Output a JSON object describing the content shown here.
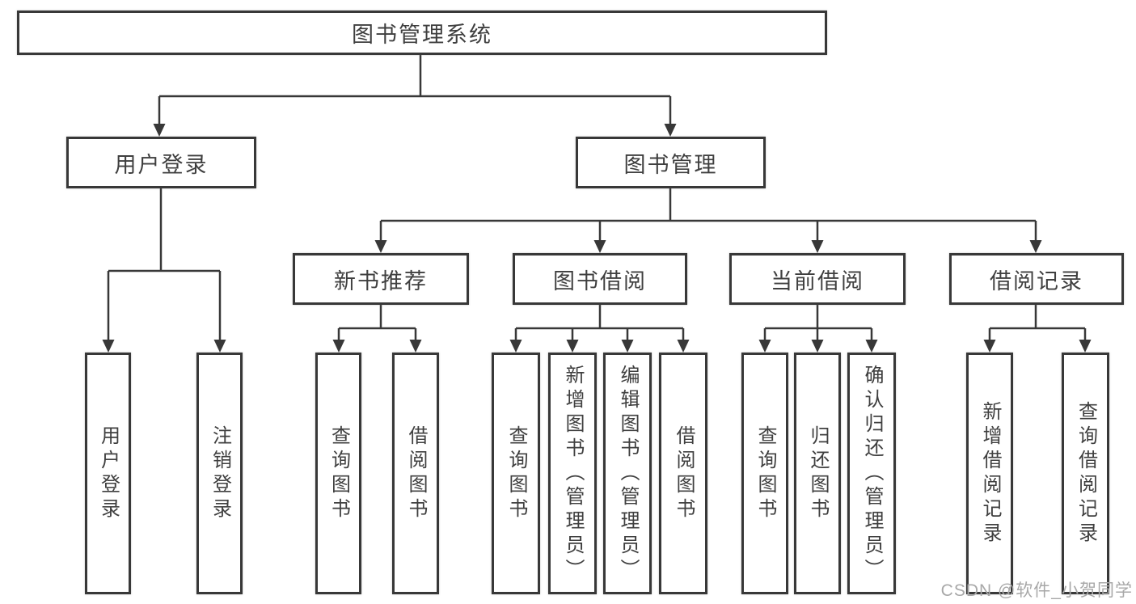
{
  "tree": {
    "root": "图书管理系统",
    "children": [
      {
        "label": "用户登录",
        "children": [
          "用户登录",
          "注销登录"
        ]
      },
      {
        "label": "图书管理",
        "children": [
          {
            "label": "新书推荐",
            "children": [
              "查询图书",
              "借阅图书"
            ]
          },
          {
            "label": "图书借阅",
            "children": [
              "查询图书",
              "新增图书（管理员）",
              "编辑图书（管理员）",
              "借阅图书"
            ]
          },
          {
            "label": "当前借阅",
            "children": [
              "查询图书",
              "归还图书",
              "确认归还（管理员）"
            ]
          },
          {
            "label": "借阅记录",
            "children": [
              "新增借阅记录",
              "查询借阅记录"
            ]
          }
        ]
      }
    ]
  },
  "watermark": {
    "text": "CSDN @软件_小贺同学"
  },
  "colors": {
    "line": "#383838",
    "text": "#3f3f3f",
    "watermark": "#a8a8a8",
    "background": "#ffffff"
  }
}
